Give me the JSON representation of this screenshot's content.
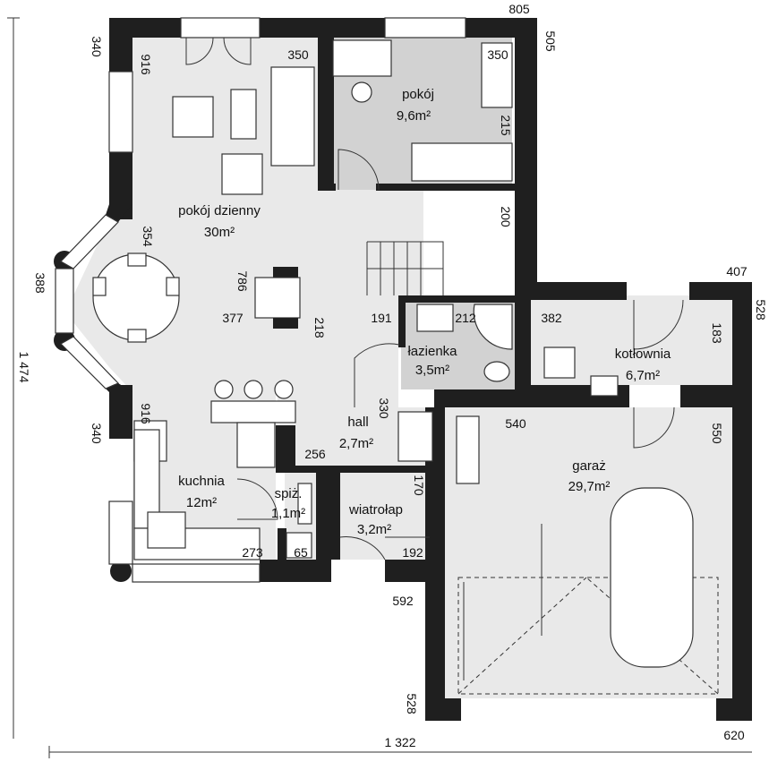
{
  "rooms": {
    "living": {
      "name": "pokój dzienny",
      "area": "30m²"
    },
    "room": {
      "name": "pokój",
      "area": "9,6m²"
    },
    "bath": {
      "name": "łazienka",
      "area": "3,5m²"
    },
    "boiler": {
      "name": "kotłownia",
      "area": "6,7m²"
    },
    "kitchen": {
      "name": "kuchnia",
      "area": "12m²"
    },
    "hall": {
      "name": "hall",
      "area": "2,7m²"
    },
    "pantry": {
      "name": "spiż.",
      "area": "1,1m²"
    },
    "vestibule": {
      "name": "wiatrołap",
      "area": "3,2m²"
    },
    "garage": {
      "name": "garaż",
      "area": "29,7m²"
    }
  },
  "dims": {
    "top_805": "805",
    "d340a": "340",
    "d916a": "916",
    "d350a": "350",
    "d350b": "350",
    "d505": "505",
    "d215": "215",
    "d200": "200",
    "d354": "354",
    "d388": "388",
    "d1474": "1 474",
    "d786": "786",
    "d377": "377",
    "d218": "218",
    "d191": "191",
    "d212": "212",
    "d407": "407",
    "d528a": "528",
    "d382": "382",
    "d183": "183",
    "d340b": "340",
    "d916b": "916",
    "d330": "330",
    "d540": "540",
    "d550": "550",
    "d256": "256",
    "d170": "170",
    "d273": "273",
    "d65": "65",
    "d192": "192",
    "d592": "592",
    "d528b": "528",
    "d620": "620",
    "d1322": "1 322"
  }
}
